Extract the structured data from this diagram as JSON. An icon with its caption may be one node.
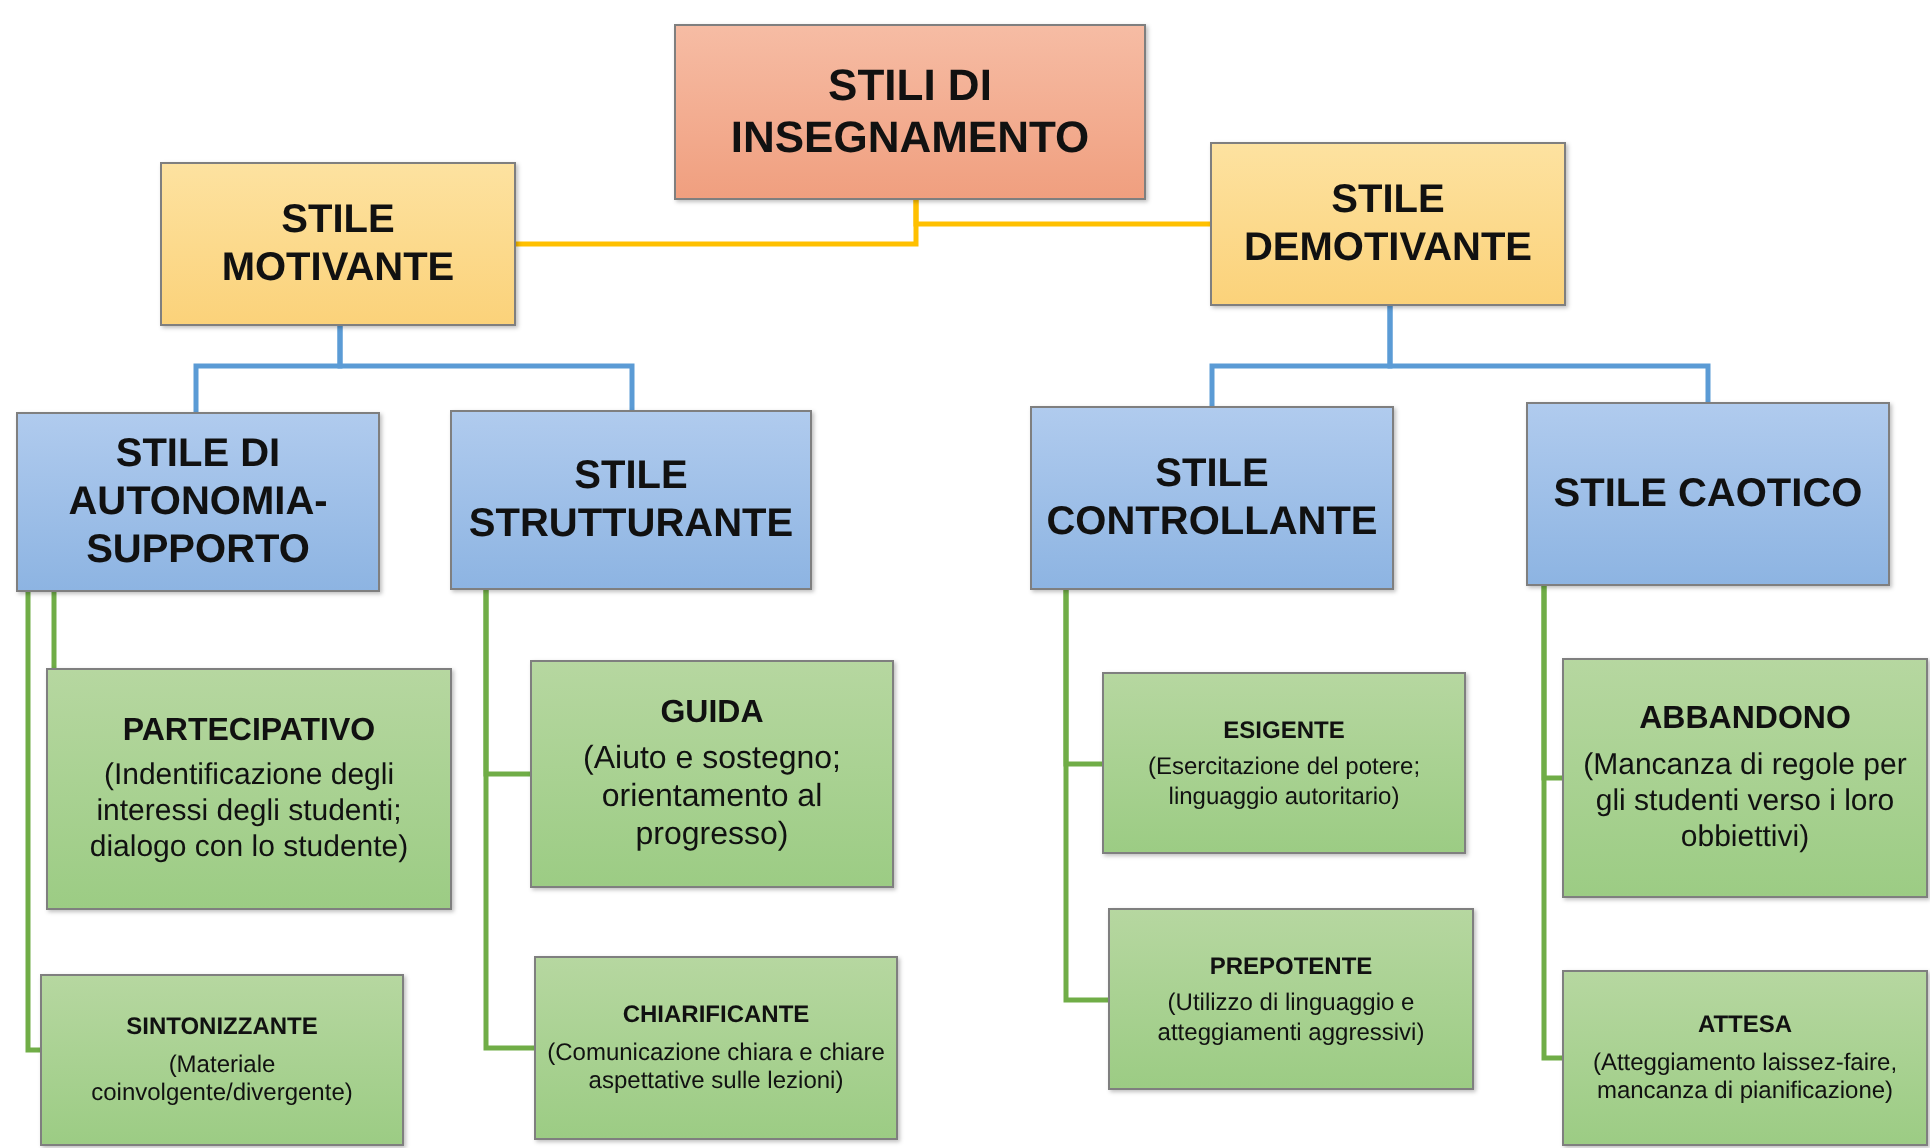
{
  "diagram": {
    "nodes": [
      {
        "text": [
          "STILI DI INSEGNAMENTO"
        ]
      },
      {
        "text": [
          "STILE MOTIVANTE"
        ]
      },
      {
        "text": [
          "STILE DEMOTIVANTE"
        ]
      },
      {
        "text": [
          "STILE DI AUTONOMIA- SUPPORTO"
        ]
      },
      {
        "text": [
          "STILE STRUTTURANTE"
        ]
      },
      {
        "text": [
          "STILE CONTROLLANTE"
        ]
      },
      {
        "text": [
          "STILE CAOTICO"
        ]
      },
      {
        "text": [
          "PARTECIPATIVO",
          "(Indentificazione degli interessi degli studenti; dialogo con lo studente)"
        ]
      },
      {
        "text": [
          "SINTONIZZANTE",
          "(Materiale coinvolgente/divergente)"
        ]
      },
      {
        "text": [
          "GUIDA",
          "(Aiuto e sostegno; orientamento al progresso)"
        ]
      },
      {
        "text": [
          "CHIARIFICANTE",
          "(Comunicazione chiara e chiare aspettative sulle lezioni)"
        ]
      },
      {
        "text": [
          "ESIGENTE",
          "(Esercitazione del potere; linguaggio autoritario)"
        ]
      },
      {
        "text": [
          "PREPOTENTE",
          "(Utilizzo di linguaggio e atteggiamenti aggressivi)"
        ]
      },
      {
        "text": [
          "ABBANDONO",
          "(Mancanza di regole per gli studenti verso i loro obbiettivi)"
        ]
      },
      {
        "text": [
          "ATTESA",
          "(Atteggiamento laissez-faire, mancanza di pianificazione)"
        ]
      }
    ],
    "edges": [
      {
        "from": 0,
        "to": 1,
        "arrow": "none",
        "color": "#ffc000"
      },
      {
        "from": 0,
        "to": 2,
        "arrow": "none",
        "color": "#ffc000"
      },
      {
        "from": 1,
        "to": 3,
        "arrow": "none",
        "color": "#5b9bd5"
      },
      {
        "from": 1,
        "to": 4,
        "arrow": "none",
        "color": "#5b9bd5"
      },
      {
        "from": 2,
        "to": 5,
        "arrow": "none",
        "color": "#5b9bd5"
      },
      {
        "from": 2,
        "to": 6,
        "arrow": "none",
        "color": "#5b9bd5"
      },
      {
        "from": 3,
        "to": 7,
        "arrow": "none"
      },
      {
        "from": 3,
        "to": 8,
        "arrow": "none"
      },
      {
        "from": 4,
        "to": 9,
        "arrow": "none"
      },
      {
        "from": 4,
        "to": 10,
        "arrow": "none"
      },
      {
        "from": 5,
        "to": 11,
        "arrow": "none"
      },
      {
        "from": 5,
        "to": 12,
        "arrow": "none"
      },
      {
        "from": 6,
        "to": 13,
        "arrow": "none"
      },
      {
        "from": 6,
        "to": 14,
        "arrow": "none"
      }
    ]
  }
}
